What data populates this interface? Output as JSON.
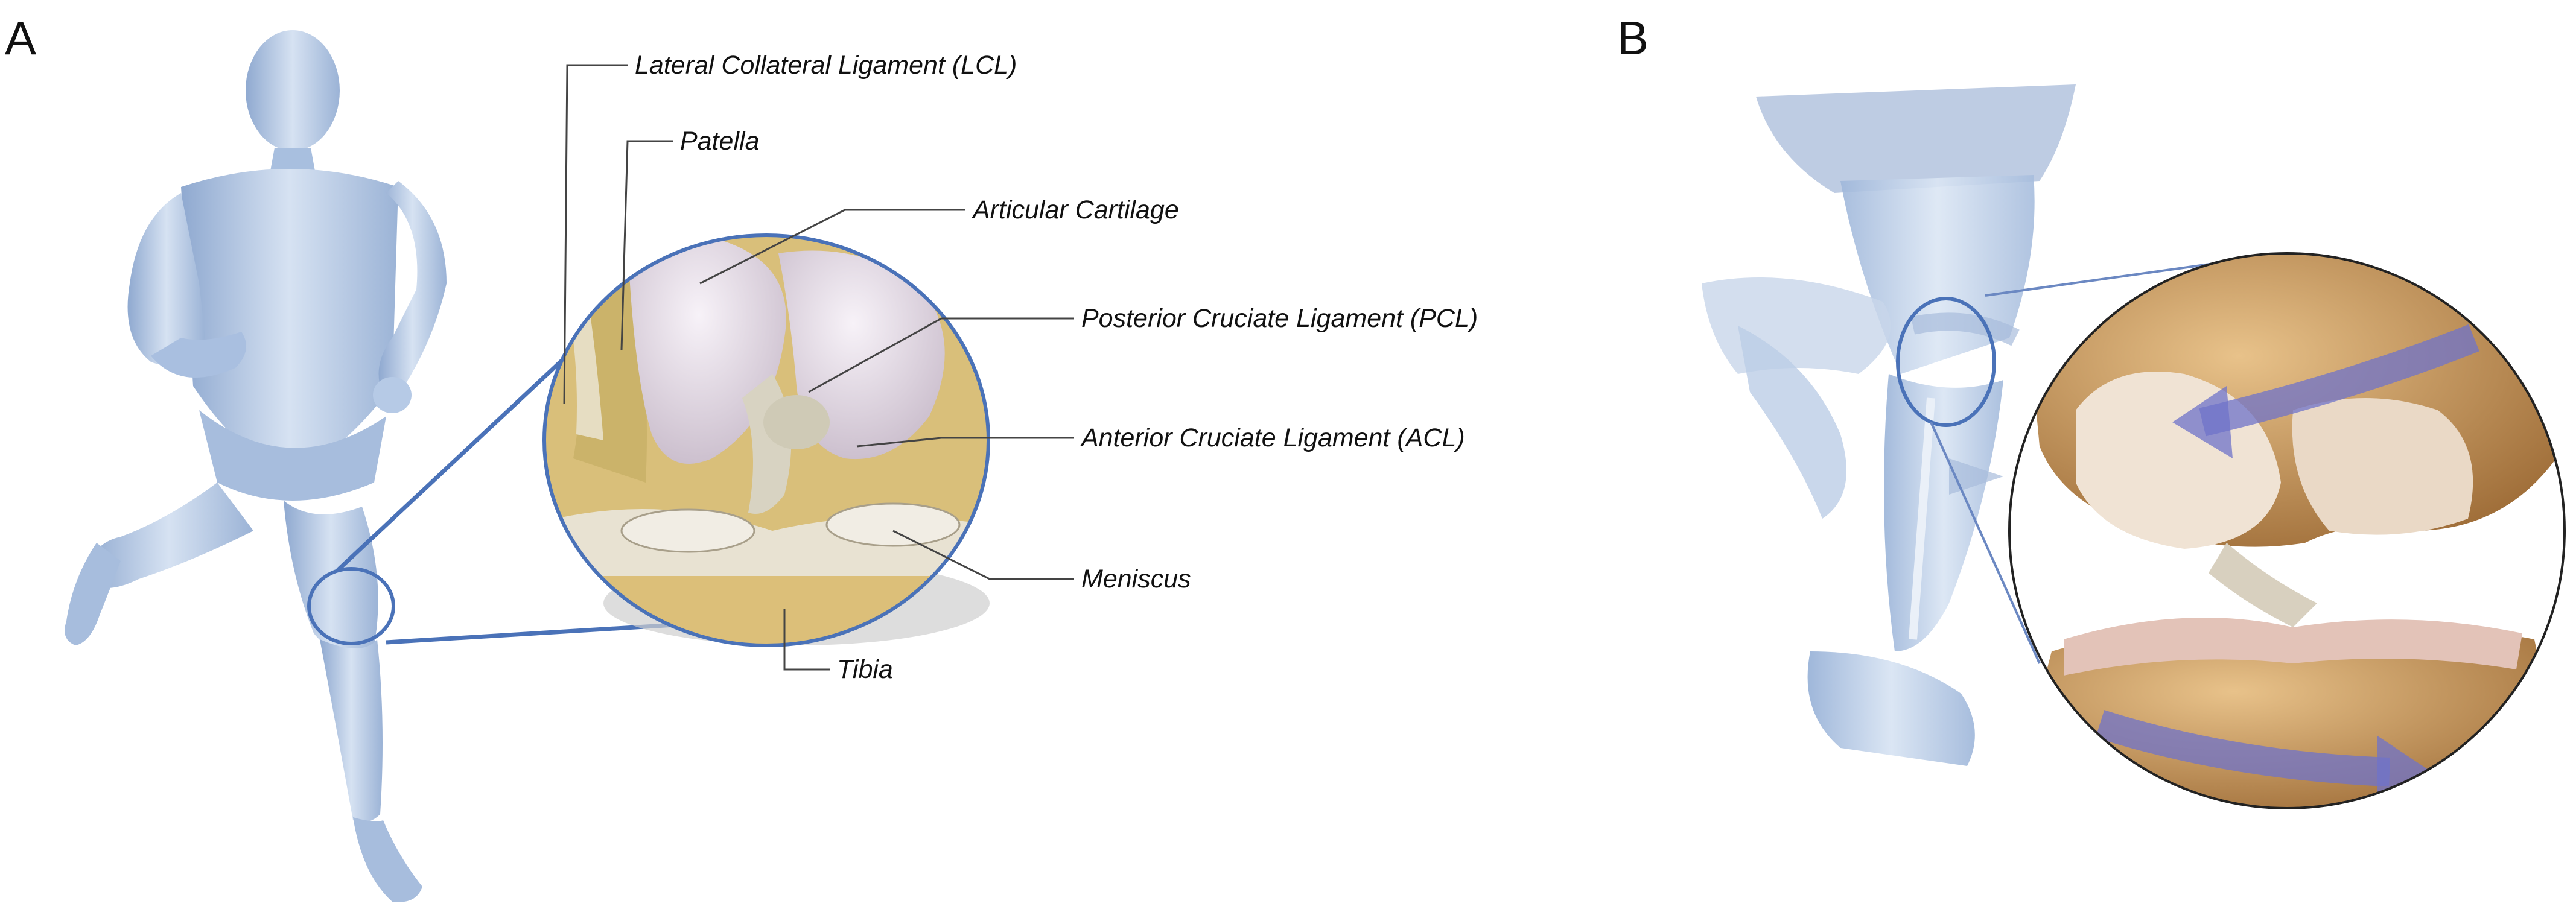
{
  "panels": {
    "a": {
      "letter": "A"
    },
    "b": {
      "letter": "B"
    }
  },
  "labels": {
    "lcl": "Lateral Collateral Ligament (LCL)",
    "patella": "Patella",
    "articular_cartilage": "Articular Cartilage",
    "pcl": "Posterior Cruciate Ligament (PCL)",
    "acl": "Anterior Cruciate Ligament (ACL)",
    "meniscus": "Meniscus",
    "tibia": "Tibia"
  },
  "colors": {
    "body_fill": "#b9cde6",
    "body_shade": "#8fa9d0",
    "zoom_line": "#4a72b8",
    "cartilage": "#ece3ef",
    "bone": "#c99a5f",
    "arrow": "#6f73c9"
  }
}
